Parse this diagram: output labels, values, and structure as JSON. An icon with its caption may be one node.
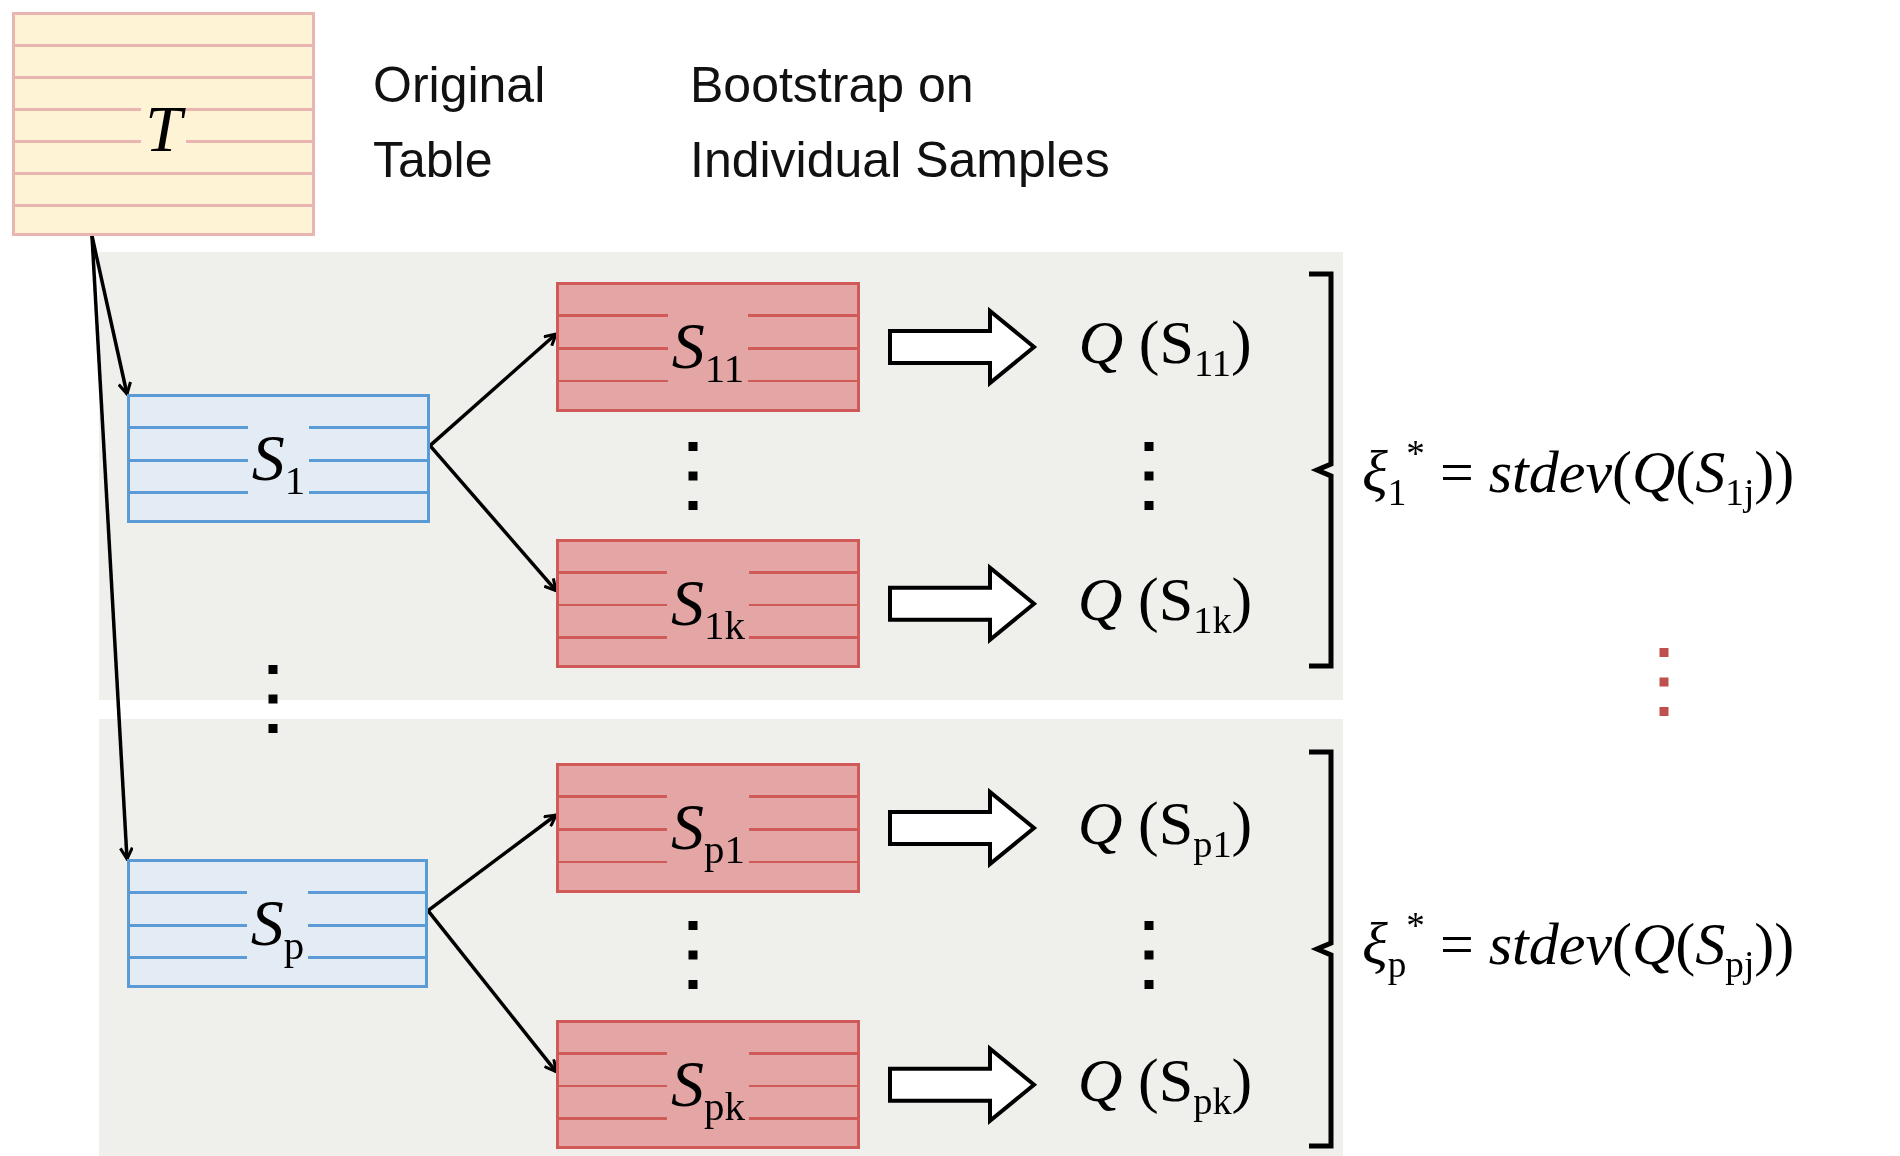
{
  "diagram": {
    "nodes": [
      {
        "text": [
          "T"
        ]
      },
      {
        "text": [],
        "shape": "box"
      },
      {
        "text": [
          "*S*$_{1}$"
        ],
        "in": 1
      },
      {
        "text": [
          "*S*$_{11}$"
        ],
        "in": 1
      },
      {
        "text": [
          "*Q* (S$_{11}$)"
        ],
        "in": 1
      },
      {
        "text": [
          "*S*$_{1k}$"
        ],
        "in": 1
      },
      {
        "text": [
          "*Q* (S$_{1k}$)"
        ],
        "in": 1
      },
      {
        "text": [],
        "shape": "box"
      },
      {
        "text": [
          "*S*$_{p}$"
        ],
        "in": 7
      },
      {
        "text": [
          "*S*$_{p1}$"
        ],
        "in": 7
      },
      {
        "text": [
          "*Q* (S$_{p1}$)"
        ],
        "in": 7
      },
      {
        "text": [
          "*S*$_{pk}$"
        ],
        "in": 7
      },
      {
        "text": [
          "*Q* (S$_{pk}$)"
        ],
        "in": 7
      }
    ],
    "edges": [
      {
        "from": 0,
        "to": 2,
        "arrow": "to"
      },
      {
        "from": 0,
        "to": 8,
        "arrow": "to"
      },
      {
        "from": 2,
        "to": 3,
        "arrow": "to"
      },
      {
        "from": 2,
        "to": 5,
        "arrow": "to"
      },
      {
        "from": 8,
        "to": 9,
        "arrow": "to"
      },
      {
        "from": 8,
        "to": 11,
        "arrow": "to"
      },
      {
        "from": 3,
        "to": 4,
        "arrow": "to",
        "style": "thick"
      },
      {
        "from": 5,
        "to": 6,
        "arrow": "to",
        "style": "thick"
      },
      {
        "from": 9,
        "to": 10,
        "arrow": "to",
        "style": "thick"
      },
      {
        "from": 11,
        "to": 12,
        "arrow": "to",
        "style": "thick"
      }
    ],
    "labels": [
      "Original Table",
      "Bootstrap on Individual Samples",
      "*ξ*$_{1}$$^{*}$ = *stdev*(*Q*(*S*$_{1j}$))",
      "*ξ*$_{p}$$^{*}$ = *stdev*(*Q*(*S*$_{pj}$))"
    ]
  }
}
